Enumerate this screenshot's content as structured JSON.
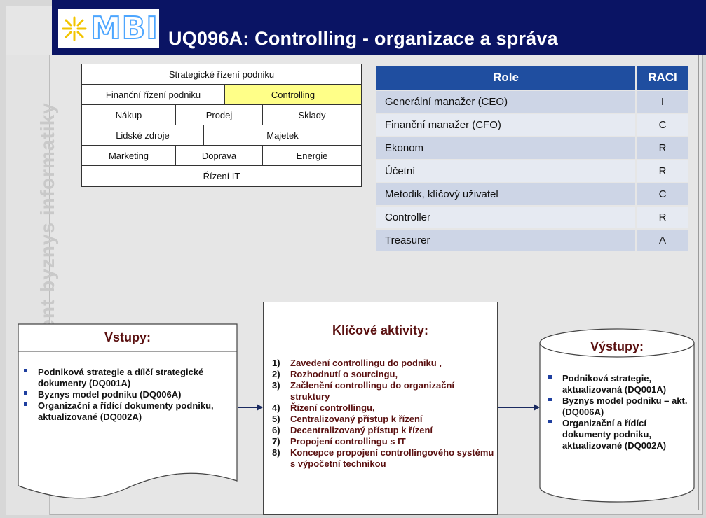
{
  "logo": {
    "text": "MBI"
  },
  "title": "UQ096A: Controlling - organizace a správa",
  "side_label": "MBI - Management byznys informatiky",
  "org": {
    "strategic": "Strategické řízení podniku",
    "financial": "Finanční řízení podniku",
    "controlling": "Controlling",
    "purchase": "Nákup",
    "sales": "Prodej",
    "warehouses": "Sklady",
    "hr": "Lidské zdroje",
    "assets": "Majetek",
    "marketing": "Marketing",
    "transport": "Doprava",
    "energy": "Energie",
    "it": "Řízení IT"
  },
  "raci": {
    "col_role": "Role",
    "col_raci": "RACI",
    "rows": [
      {
        "role": "Generální manažer (CEO)",
        "value": "I"
      },
      {
        "role": "Finanční manažer (CFO)",
        "value": "C"
      },
      {
        "role": "Ekonom",
        "value": "R"
      },
      {
        "role": "Účetní",
        "value": "R"
      },
      {
        "role": "Metodik, klíčový uživatel",
        "value": "C"
      },
      {
        "role": "Controller",
        "value": "R"
      },
      {
        "role": "Treasurer",
        "value": "A"
      }
    ]
  },
  "inputs": {
    "title": "Vstupy:",
    "items": [
      "Podniková strategie a dílčí strategické dokumenty (DQ001A)",
      "Byznys model podniku (DQ006A)",
      "Organizační a řídící dokumenty podniku, aktualizované (DQ002A)"
    ]
  },
  "activities": {
    "title": "Klíčové aktivity:",
    "items": [
      {
        "n": "1)",
        "text": "Zavedení controllingu do podniku ,"
      },
      {
        "n": "2)",
        "text": "Rozhodnutí o sourcingu,"
      },
      {
        "n": "3)",
        "text": "Začlenění controllingu do organizační struktury"
      },
      {
        "n": "4)",
        "text": "Řízení controllingu,"
      },
      {
        "n": "5)",
        "text": "Centralizovaný přístup k řízení"
      },
      {
        "n": "6)",
        "text": "Decentralizovaný přístup k řízení"
      },
      {
        "n": "7)",
        "text": "Propojení controllingu s IT"
      },
      {
        "n": "8)",
        "text": "Koncepce propojení controllingového systému s výpočetní technikou"
      }
    ]
  },
  "outputs": {
    "title": "Výstupy:",
    "items": [
      "Podniková strategie, aktualizovaná (DQ001A)",
      "Byznys model podniku – akt. (DQ006A)",
      "Organizační a řídící dokumenty podniku, aktualizované (DQ002A)"
    ]
  },
  "colors": {
    "title_bar": "#0a1464",
    "raci_header": "#1f4ea0",
    "highlight": "#ffff88",
    "heading": "#5a1010"
  }
}
